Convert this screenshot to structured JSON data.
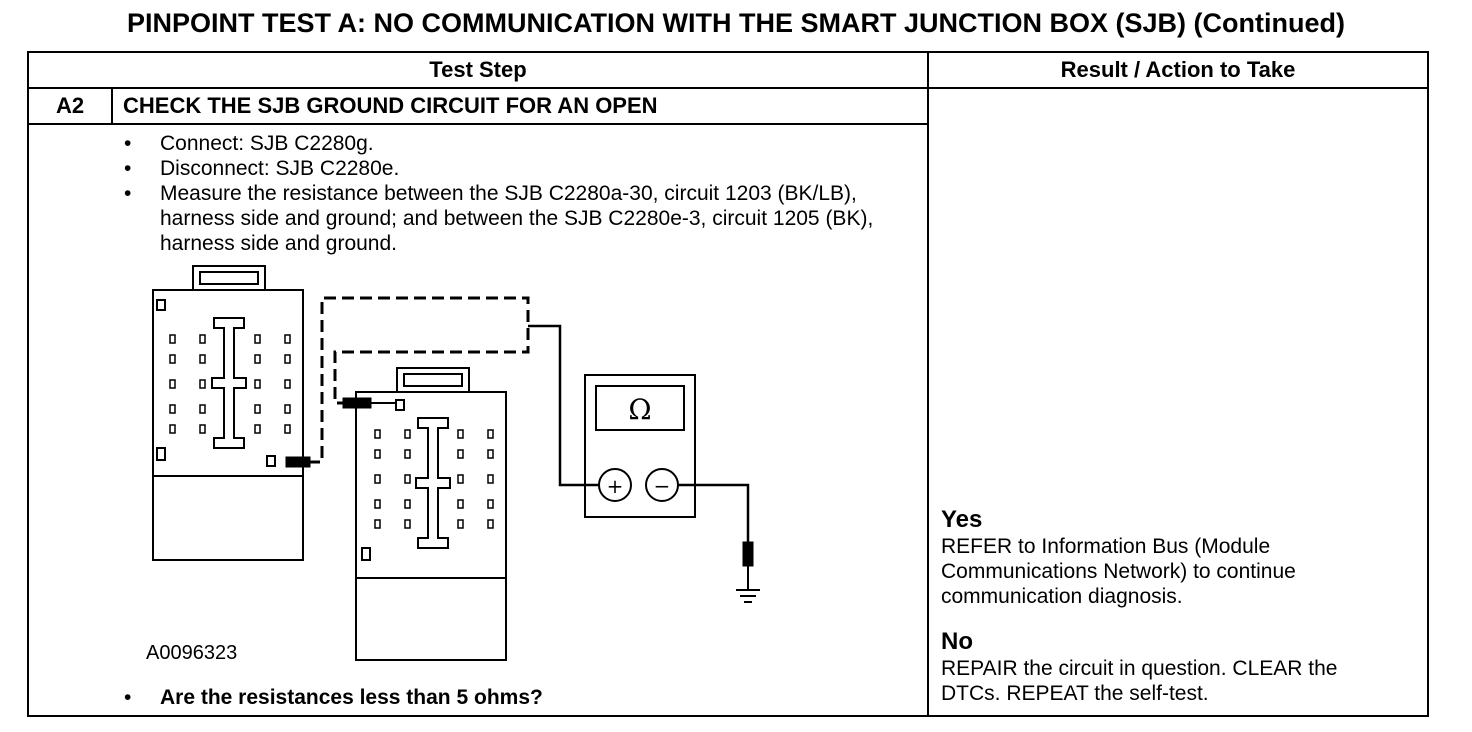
{
  "title": "PINPOINT TEST  A: NO COMMUNICATION WITH THE SMART JUNCTION BOX (SJB) (Continued)",
  "table": {
    "col_test_step": "Test Step",
    "col_result": "Result / Action to Take"
  },
  "step": {
    "id": "A2",
    "heading": "CHECK THE SJB GROUND CIRCUIT FOR AN OPEN",
    "bullet_char": "•",
    "instructions": [
      "Connect: SJB C2280g.",
      "Disconnect: SJB C2280e.",
      "Measure the resistance between the SJB C2280a-30, circuit 1203 (BK/LB), harness side and ground; and between the SJB C2280e-3, circuit 1205 (BK), harness side and ground."
    ],
    "figure_id": "A0096323",
    "question": "Are the resistances less than 5 ohms?"
  },
  "meter": {
    "symbol": "Ω",
    "plus": "+",
    "minus": "−"
  },
  "results": {
    "yes_label": "Yes",
    "yes_text_lines": [
      "REFER to Information Bus (Module",
      "Communications Network) to continue",
      "communication diagnosis."
    ],
    "no_label": "No",
    "no_text_lines": [
      "REPAIR the circuit in question. CLEAR the",
      "DTCs. REPEAT the self-test."
    ]
  }
}
